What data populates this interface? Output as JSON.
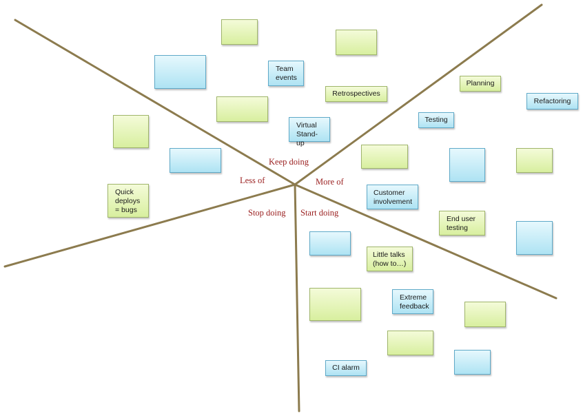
{
  "colors": {
    "line": "#8c7b4e",
    "label": "#9a1f1f",
    "green_note": "#d8ef9f",
    "blue_note": "#aee3f3"
  },
  "quadrant_labels": {
    "keep_doing": "Keep doing",
    "less_of": "Less of",
    "more_of": "More of",
    "stop_doing": "Stop doing",
    "start_doing": "Start doing"
  },
  "notes": {
    "team_events": "Team\nevents",
    "retrospectives": "Retrospectives",
    "virtual_standup": "Virtual\nStand-up",
    "planning": "Planning",
    "refactoring": "Refactoring",
    "testing": "Testing",
    "customer_involvement": "Customer\ninvolvement",
    "end_user_testing": "End user\ntesting",
    "quick_deploys": "Quick\ndeploys\n= bugs",
    "little_talks": "Little talks\n(how to…)",
    "extreme_feedback": "Extreme\nfeedback",
    "ci_alarm": "CI alarm"
  }
}
